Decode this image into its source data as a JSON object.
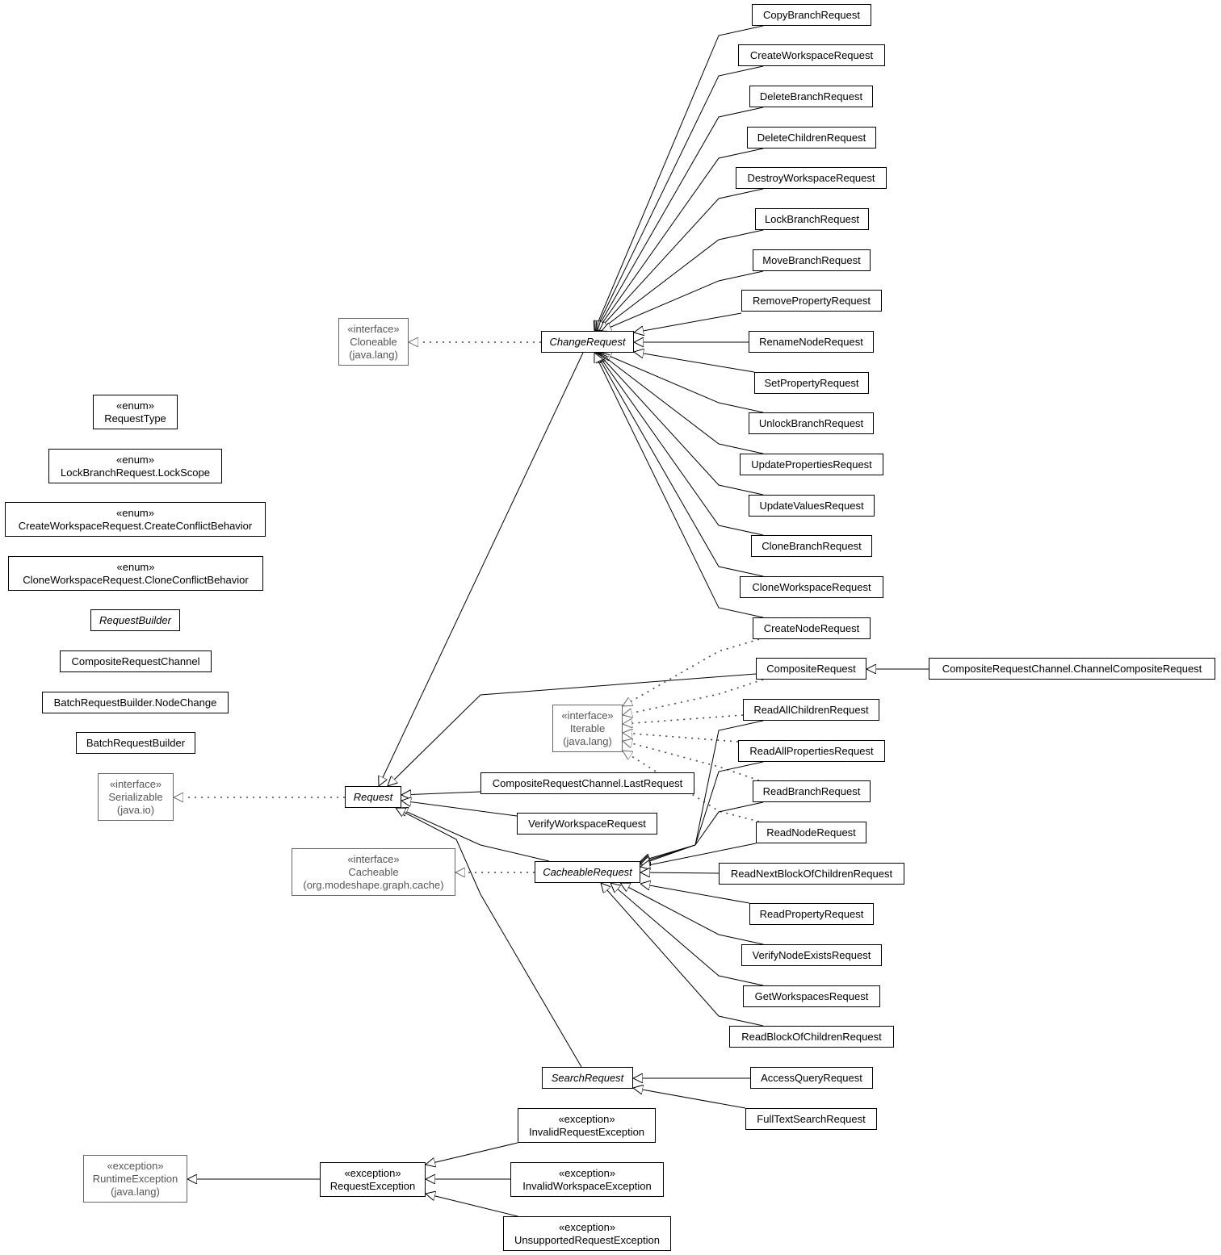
{
  "nodes": [
    {
      "id": "CopyBranchRequest",
      "name": "CopyBranchRequest"
    },
    {
      "id": "CreateWorkspaceRequest",
      "name": "CreateWorkspaceRequest"
    },
    {
      "id": "DeleteBranchRequest",
      "name": "DeleteBranchRequest"
    },
    {
      "id": "DeleteChildrenRequest",
      "name": "DeleteChildrenRequest"
    },
    {
      "id": "DestroyWorkspaceRequest",
      "name": "DestroyWorkspaceRequest"
    },
    {
      "id": "LockBranchRequest",
      "name": "LockBranchRequest"
    },
    {
      "id": "MoveBranchRequest",
      "name": "MoveBranchRequest"
    },
    {
      "id": "RemovePropertyRequest",
      "name": "RemovePropertyRequest"
    },
    {
      "id": "RenameNodeRequest",
      "name": "RenameNodeRequest"
    },
    {
      "id": "SetPropertyRequest",
      "name": "SetPropertyRequest"
    },
    {
      "id": "UnlockBranchRequest",
      "name": "UnlockBranchRequest"
    },
    {
      "id": "UpdatePropertiesRequest",
      "name": "UpdatePropertiesRequest"
    },
    {
      "id": "UpdateValuesRequest",
      "name": "UpdateValuesRequest"
    },
    {
      "id": "CloneBranchRequest",
      "name": "CloneBranchRequest"
    },
    {
      "id": "CloneWorkspaceRequest",
      "name": "CloneWorkspaceRequest"
    },
    {
      "id": "CreateNodeRequest",
      "name": "CreateNodeRequest"
    },
    {
      "id": "CompositeRequest",
      "name": "CompositeRequest"
    },
    {
      "id": "ChannelCompositeRequest",
      "name": "CompositeRequestChannel.ChannelCompositeRequest"
    },
    {
      "id": "ReadAllChildrenRequest",
      "name": "ReadAllChildrenRequest"
    },
    {
      "id": "ReadAllPropertiesRequest",
      "name": "ReadAllPropertiesRequest"
    },
    {
      "id": "ReadBranchRequest",
      "name": "ReadBranchRequest"
    },
    {
      "id": "ReadNodeRequest",
      "name": "ReadNodeRequest"
    },
    {
      "id": "ReadNextBlockOfChildrenRequest",
      "name": "ReadNextBlockOfChildrenRequest"
    },
    {
      "id": "ReadPropertyRequest",
      "name": "ReadPropertyRequest"
    },
    {
      "id": "VerifyNodeExistsRequest",
      "name": "VerifyNodeExistsRequest"
    },
    {
      "id": "GetWorkspacesRequest",
      "name": "GetWorkspacesRequest"
    },
    {
      "id": "ReadBlockOfChildrenRequest",
      "name": "ReadBlockOfChildrenRequest"
    },
    {
      "id": "AccessQueryRequest",
      "name": "AccessQueryRequest"
    },
    {
      "id": "FullTextSearchRequest",
      "name": "FullTextSearchRequest"
    },
    {
      "id": "ChangeRequest",
      "name": "ChangeRequest",
      "abstract": true
    },
    {
      "id": "Cloneable",
      "stereotype": "«interface»",
      "name": "Cloneable",
      "package": "(java.lang)",
      "external": true
    },
    {
      "id": "RequestType",
      "stereotype": "«enum»",
      "name": "RequestType"
    },
    {
      "id": "LockScope",
      "stereotype": "«enum»",
      "name": "LockBranchRequest.LockScope"
    },
    {
      "id": "CreateConflictBehavior",
      "stereotype": "«enum»",
      "name": "CreateWorkspaceRequest.CreateConflictBehavior"
    },
    {
      "id": "CloneConflictBehavior",
      "stereotype": "«enum»",
      "name": "CloneWorkspaceRequest.CloneConflictBehavior"
    },
    {
      "id": "RequestBuilder",
      "name": "RequestBuilder",
      "abstract": true
    },
    {
      "id": "CompositeRequestChannel",
      "name": "CompositeRequestChannel"
    },
    {
      "id": "NodeChange",
      "name": "BatchRequestBuilder.NodeChange"
    },
    {
      "id": "BatchRequestBuilder",
      "name": "BatchRequestBuilder"
    },
    {
      "id": "Serializable",
      "stereotype": "«interface»",
      "name": "Serializable",
      "package": "(java.io)",
      "external": true
    },
    {
      "id": "Request",
      "name": "Request",
      "abstract": true
    },
    {
      "id": "Iterable",
      "stereotype": "«interface»",
      "name": "Iterable",
      "package": "(java.lang)",
      "external": true
    },
    {
      "id": "LastRequest",
      "name": "CompositeRequestChannel.LastRequest"
    },
    {
      "id": "VerifyWorkspaceRequest",
      "name": "VerifyWorkspaceRequest"
    },
    {
      "id": "Cacheable",
      "stereotype": "«interface»",
      "name": "Cacheable",
      "package": "(org.modeshape.graph.cache)",
      "external": true
    },
    {
      "id": "CacheableRequest",
      "name": "CacheableRequest",
      "abstract": true
    },
    {
      "id": "SearchRequest",
      "name": "SearchRequest",
      "abstract": true
    },
    {
      "id": "InvalidRequestException",
      "stereotype": "«exception»",
      "name": "InvalidRequestException"
    },
    {
      "id": "RuntimeException",
      "stereotype": "«exception»",
      "name": "RuntimeException",
      "package": "(java.lang)",
      "external": true
    },
    {
      "id": "RequestException",
      "stereotype": "«exception»",
      "name": "RequestException"
    },
    {
      "id": "InvalidWorkspaceException",
      "stereotype": "«exception»",
      "name": "InvalidWorkspaceException"
    },
    {
      "id": "UnsupportedRequestException",
      "stereotype": "«exception»",
      "name": "UnsupportedRequestException"
    }
  ],
  "edges": [
    {
      "from": "CopyBranchRequest",
      "to": "ChangeRequest",
      "kind": "extends"
    },
    {
      "from": "CreateWorkspaceRequest",
      "to": "ChangeRequest",
      "kind": "extends"
    },
    {
      "from": "DeleteBranchRequest",
      "to": "ChangeRequest",
      "kind": "extends"
    },
    {
      "from": "DeleteChildrenRequest",
      "to": "ChangeRequest",
      "kind": "extends"
    },
    {
      "from": "DestroyWorkspaceRequest",
      "to": "ChangeRequest",
      "kind": "extends"
    },
    {
      "from": "LockBranchRequest",
      "to": "ChangeRequest",
      "kind": "extends"
    },
    {
      "from": "MoveBranchRequest",
      "to": "ChangeRequest",
      "kind": "extends"
    },
    {
      "from": "RemovePropertyRequest",
      "to": "ChangeRequest",
      "kind": "extends"
    },
    {
      "from": "RenameNodeRequest",
      "to": "ChangeRequest",
      "kind": "extends"
    },
    {
      "from": "SetPropertyRequest",
      "to": "ChangeRequest",
      "kind": "extends"
    },
    {
      "from": "UnlockBranchRequest",
      "to": "ChangeRequest",
      "kind": "extends"
    },
    {
      "from": "UpdatePropertiesRequest",
      "to": "ChangeRequest",
      "kind": "extends"
    },
    {
      "from": "UpdateValuesRequest",
      "to": "ChangeRequest",
      "kind": "extends"
    },
    {
      "from": "CloneBranchRequest",
      "to": "ChangeRequest",
      "kind": "extends"
    },
    {
      "from": "CloneWorkspaceRequest",
      "to": "ChangeRequest",
      "kind": "extends"
    },
    {
      "from": "CreateNodeRequest",
      "to": "ChangeRequest",
      "kind": "extends"
    },
    {
      "from": "ChangeRequest",
      "to": "Cloneable",
      "kind": "implements"
    },
    {
      "from": "ChangeRequest",
      "to": "Request",
      "kind": "extends"
    },
    {
      "from": "Request",
      "to": "Serializable",
      "kind": "implements"
    },
    {
      "from": "CompositeRequest",
      "to": "Request",
      "kind": "extends"
    },
    {
      "from": "ChannelCompositeRequest",
      "to": "CompositeRequest",
      "kind": "extends"
    },
    {
      "from": "LastRequest",
      "to": "Request",
      "kind": "extends"
    },
    {
      "from": "VerifyWorkspaceRequest",
      "to": "Request",
      "kind": "extends"
    },
    {
      "from": "CacheableRequest",
      "to": "Request",
      "kind": "extends"
    },
    {
      "from": "SearchRequest",
      "to": "Request",
      "kind": "extends"
    },
    {
      "from": "CacheableRequest",
      "to": "Cacheable",
      "kind": "implements"
    },
    {
      "from": "CreateNodeRequest",
      "to": "Iterable",
      "kind": "implements"
    },
    {
      "from": "CompositeRequest",
      "to": "Iterable",
      "kind": "implements"
    },
    {
      "from": "ReadAllChildrenRequest",
      "to": "Iterable",
      "kind": "implements"
    },
    {
      "from": "ReadAllPropertiesRequest",
      "to": "Iterable",
      "kind": "implements"
    },
    {
      "from": "ReadBranchRequest",
      "to": "Iterable",
      "kind": "implements"
    },
    {
      "from": "ReadNodeRequest",
      "to": "Iterable",
      "kind": "implements"
    },
    {
      "from": "ReadAllChildrenRequest",
      "to": "CacheableRequest",
      "kind": "extends"
    },
    {
      "from": "ReadAllPropertiesRequest",
      "to": "CacheableRequest",
      "kind": "extends"
    },
    {
      "from": "ReadBranchRequest",
      "to": "CacheableRequest",
      "kind": "extends"
    },
    {
      "from": "ReadNodeRequest",
      "to": "CacheableRequest",
      "kind": "extends"
    },
    {
      "from": "ReadNextBlockOfChildrenRequest",
      "to": "CacheableRequest",
      "kind": "extends"
    },
    {
      "from": "ReadPropertyRequest",
      "to": "CacheableRequest",
      "kind": "extends"
    },
    {
      "from": "VerifyNodeExistsRequest",
      "to": "CacheableRequest",
      "kind": "extends"
    },
    {
      "from": "GetWorkspacesRequest",
      "to": "CacheableRequest",
      "kind": "extends"
    },
    {
      "from": "ReadBlockOfChildrenRequest",
      "to": "CacheableRequest",
      "kind": "extends"
    },
    {
      "from": "AccessQueryRequest",
      "to": "SearchRequest",
      "kind": "extends"
    },
    {
      "from": "FullTextSearchRequest",
      "to": "SearchRequest",
      "kind": "extends"
    },
    {
      "from": "RequestException",
      "to": "RuntimeException",
      "kind": "extends"
    },
    {
      "from": "InvalidRequestException",
      "to": "RequestException",
      "kind": "extends"
    },
    {
      "from": "InvalidWorkspaceException",
      "to": "RequestException",
      "kind": "extends"
    },
    {
      "from": "UnsupportedRequestException",
      "to": "RequestException",
      "kind": "extends"
    }
  ]
}
